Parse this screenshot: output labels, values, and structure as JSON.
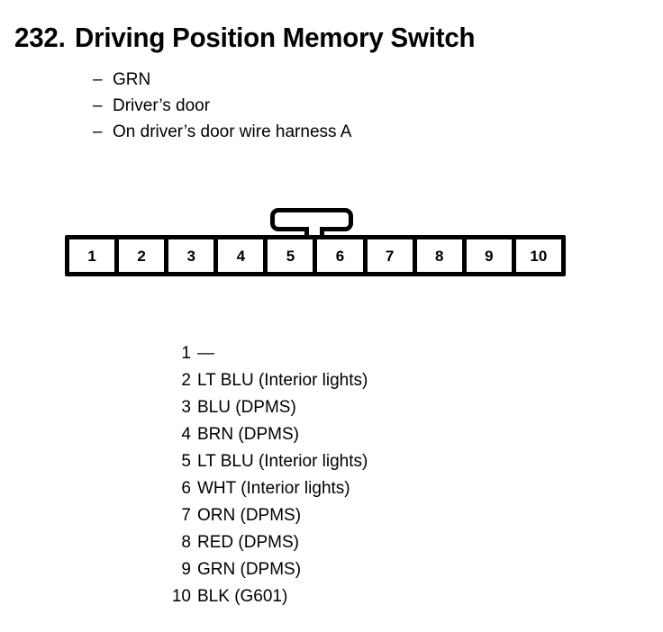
{
  "title": {
    "number": "232.",
    "text": "Driving Position Memory Switch",
    "full": "232.  Driving Position Memory Switch"
  },
  "bullets": {
    "dash": "–",
    "items": [
      "GRN",
      "Driver’s door",
      "On driver’s door wire harness A"
    ]
  },
  "connector": {
    "pin_count": 10,
    "latch": "connector-latch-tab",
    "pins": [
      {
        "number": "1"
      },
      {
        "number": "2"
      },
      {
        "number": "3"
      },
      {
        "number": "4"
      },
      {
        "number": "5"
      },
      {
        "number": "6"
      },
      {
        "number": "7"
      },
      {
        "number": "8"
      },
      {
        "number": "9"
      },
      {
        "number": "10"
      }
    ]
  },
  "legend": {
    "rows": [
      {
        "number": "1",
        "desc": "—"
      },
      {
        "number": "2",
        "desc": "LT BLU (Interior lights)"
      },
      {
        "number": "3",
        "desc": "BLU (DPMS)"
      },
      {
        "number": "4",
        "desc": "BRN (DPMS)"
      },
      {
        "number": "5",
        "desc": "LT BLU (Interior lights)"
      },
      {
        "number": "6",
        "desc": "WHT (Interior lights)"
      },
      {
        "number": "7",
        "desc": "ORN (DPMS)"
      },
      {
        "number": "8",
        "desc": "RED (DPMS)"
      },
      {
        "number": "9",
        "desc": "GRN (DPMS)"
      },
      {
        "number": "10",
        "desc": "BLK (G601)"
      }
    ]
  },
  "colors": {
    "ink": "#000000",
    "paper": "#ffffff"
  }
}
